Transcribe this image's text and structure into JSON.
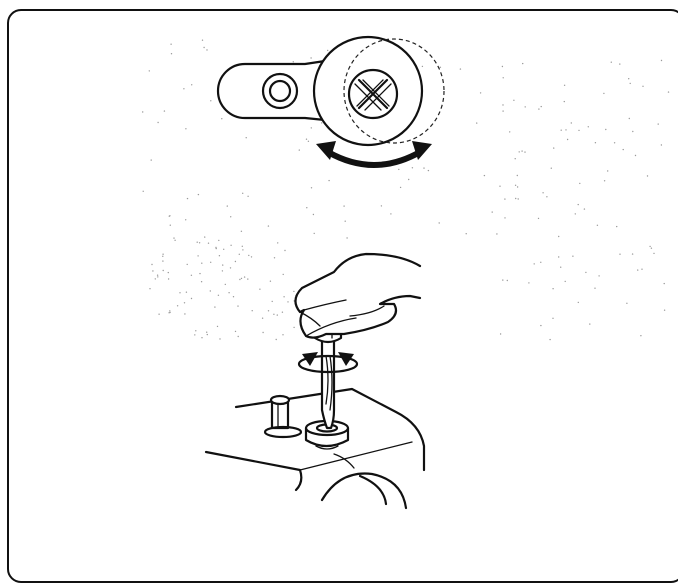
{
  "figure": {
    "top_view": {
      "parts": [
        "plate",
        "post",
        "adjust-screw"
      ],
      "arrow": "rotate-both-directions"
    },
    "side_view": {
      "parts": [
        "hand",
        "screwdriver",
        "adjust-screw",
        "spool-pin",
        "machine-body"
      ],
      "arrow": "rotate-both-directions"
    }
  }
}
